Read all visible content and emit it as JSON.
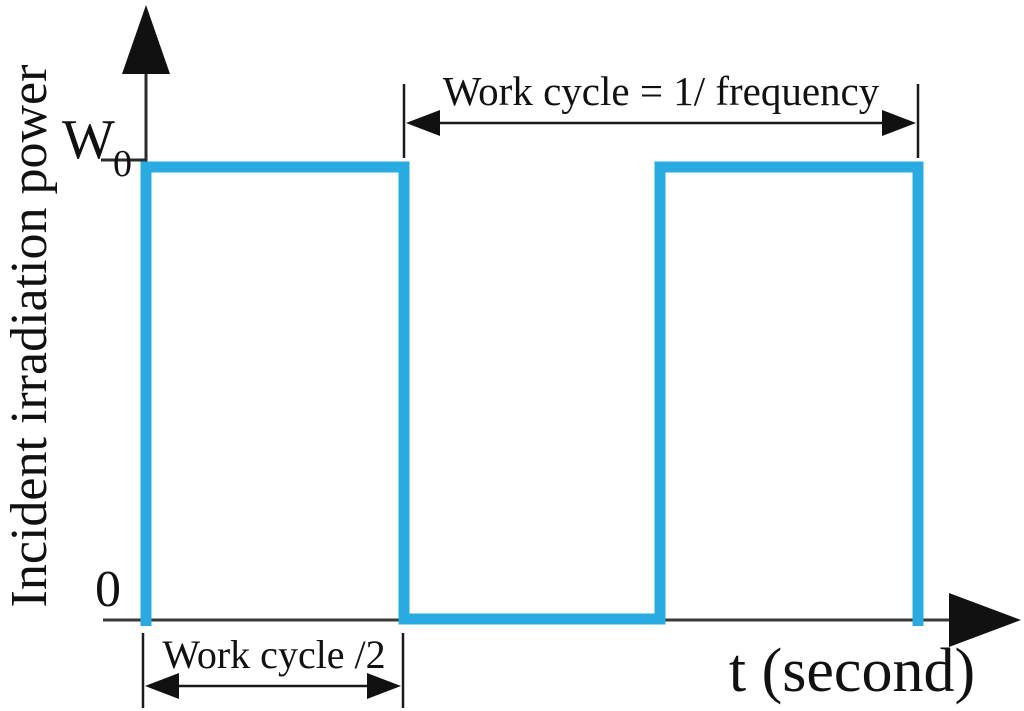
{
  "figure": {
    "y_axis_label": "Incident irradiation power",
    "x_axis_label": "t (second)",
    "y_max_symbol": "W",
    "y_max_subscript": "0",
    "origin_label": "0",
    "work_cycle_full_label": "Work cycle = 1/ frequency",
    "work_cycle_half_label": "Work cycle /2"
  },
  "colors": {
    "waveform": "#29abe2",
    "axis": "#3a3a3a",
    "annotation": "#1a1a1a",
    "text": "#111111",
    "background": "#ffffff"
  },
  "chart_data": {
    "type": "line",
    "title": "",
    "xlabel": "t (second)",
    "ylabel": "Incident irradiation power",
    "waveform": "square",
    "duty_cycle": 0.5,
    "y_levels": {
      "high": "W0",
      "low": "0"
    },
    "x_unit": "work cycle = 1/ frequency",
    "x_in_work_cycles": [
      0,
      0,
      0.5,
      0.5,
      1.0,
      1.0,
      1.5,
      1.5
    ],
    "y_values": [
      "0",
      "W0",
      "W0",
      "0",
      "0",
      "W0",
      "W0",
      "0"
    ],
    "annotations": [
      {
        "label": "Work cycle = 1/ frequency",
        "span_work_cycles": [
          0.5,
          1.5
        ],
        "position": "top"
      },
      {
        "label": "Work cycle /2",
        "span_work_cycles": [
          0,
          0.5
        ],
        "position": "bottom"
      }
    ],
    "legend": "none",
    "grid": false
  }
}
